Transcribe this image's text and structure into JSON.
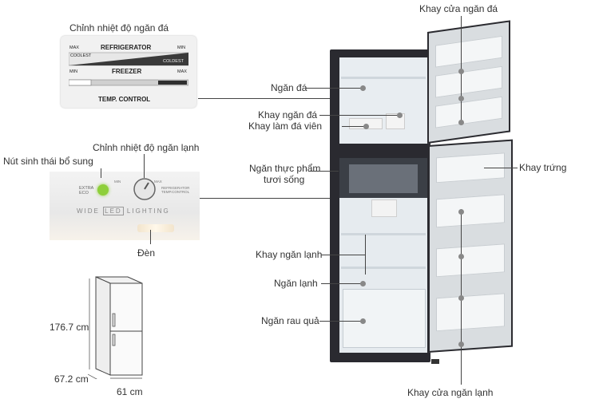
{
  "labels": {
    "freezer_temp_control": "Chỉnh nhiệt độ ngăn đá",
    "freezer_door_tray": "Khay cửa ngăn đá",
    "freezer_compartment": "Ngăn đá",
    "ice_tray": "Khay ngăn đá",
    "ice_cube_tray": "Khay làm đá viên",
    "fridge_temp_control": "Chỉnh nhiệt độ ngăn lạnh",
    "eco_button": "Nút sinh thái bổ sung",
    "fresh_food_compartment_line1": "Ngăn thực phẩm",
    "fresh_food_compartment_line2": "tươi sống",
    "egg_tray": "Khay trứng",
    "light": "Đèn",
    "fridge_shelf": "Khay ngăn lạnh",
    "fridge_compartment": "Ngăn lạnh",
    "vegetable_drawer": "Ngăn rau quả",
    "fridge_door_tray": "Khay cửa ngăn lạnh"
  },
  "temp_panel": {
    "max_left": "MAX",
    "refrigerator": "REFRIGERATOR",
    "min_right": "MIN",
    "coolest": "COOLEST",
    "coldest": "COLDEST",
    "min_left": "MIN",
    "freezer": "FREEZER",
    "max_right": "MAX",
    "temp_control": "TEMP. CONTROL"
  },
  "control_strip": {
    "extra_eco": "EXTRA ECO",
    "wide_led_lighting_1": "WIDE",
    "wide_led_lighting_2": "LED",
    "wide_led_lighting_3": "LIGHTING",
    "dial_min": "MIN",
    "dial_max": "MAX",
    "refrigerator_temp_control": "REFRIGERATOR TEMP.CONTROL"
  },
  "dimensions": {
    "height": "176.7 cm",
    "depth": "67.2 cm",
    "width": "61 cm"
  },
  "colors": {
    "eco_led": "#8ecf3a",
    "fridge_body": "#2a2a30",
    "label_line": "#444444"
  }
}
